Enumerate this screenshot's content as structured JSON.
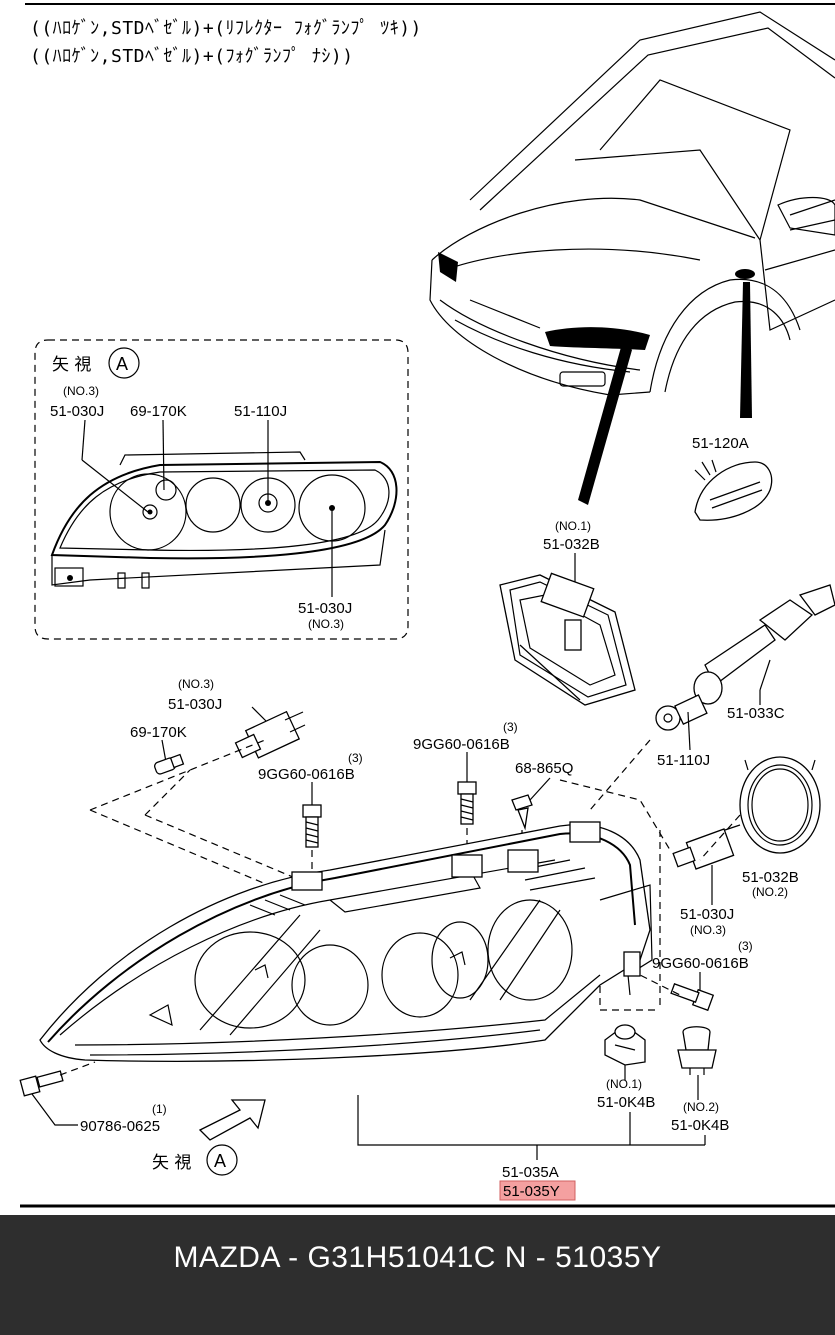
{
  "header": {
    "line1": "((ﾊﾛｹﾞﾝ,STDﾍﾞｾﾞﾙ)+(ﾘﾌﾚｸﾀｰ ﾌｫｸﾞﾗﾝﾌﾟ ﾂｷ))",
    "line2": "((ﾊﾛｹﾞﾝ,STDﾍﾞｾﾞﾙ)+(ﾌｫｸﾞﾗﾝﾌﾟ ﾅｼ))"
  },
  "view_a": {
    "title": "矢 視",
    "mark": "A",
    "labels": {
      "no3_top": "(NO.3)",
      "p51030j_top": "51-030J",
      "p69170k": "69-170K",
      "p51110j": "51-110J",
      "p51030j_bottom": "51-030J",
      "no3_bottom": "(NO.3)"
    }
  },
  "parts": {
    "p51120a": "51-120A",
    "no1_032b": "(NO.1)",
    "p51032b_top": "51-032B",
    "p51033c": "51-033C",
    "p51110j": "51-110J",
    "no3_left": "(NO.3)",
    "p51030j_left": "51-030J",
    "p69170k": "69-170K",
    "q3_a": "(3)",
    "p9gg60_a": "9GG60-0616B",
    "q3_b": "(3)",
    "p9gg60_b": "9GG60-0616B",
    "p68865q": "68-865Q",
    "p51032b_right": "51-032B",
    "no2_032b": "(NO.2)",
    "p51030j_right": "51-030J",
    "no3_right": "(NO.3)",
    "q3_c": "(3)",
    "p9gg60_c": "9GG60-0616B",
    "no1_0k4b": "(NO.1)",
    "p510k4b_left": "51-0K4B",
    "no2_0k4b": "(NO.2)",
    "p510k4b_right": "51-0K4B",
    "q1": "(1)",
    "p90786": "90786-0625",
    "p51035a": "51-035A",
    "p51035y": "51-035Y",
    "arrow_title": "矢 視",
    "arrow_mark": "A"
  },
  "highlight_color": "#f4a0a0",
  "footer": {
    "text": "MAZDA - G31H51041C   N - 51035Y"
  }
}
